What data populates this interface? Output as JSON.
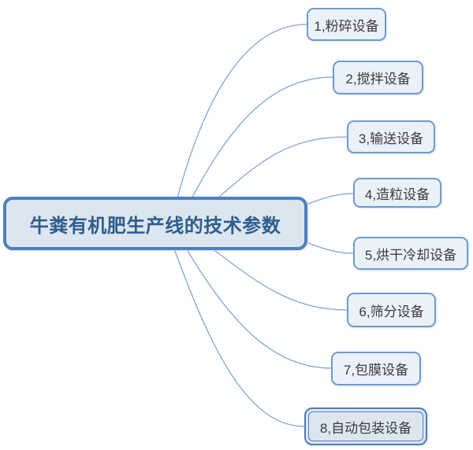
{
  "mindmap": {
    "root": {
      "label": "牛粪有机肥生产线的技术参数"
    },
    "branches": [
      {
        "label": "1,粉碎设备",
        "selected": false
      },
      {
        "label": "2,搅拌设备",
        "selected": false
      },
      {
        "label": "3,输送设备",
        "selected": false
      },
      {
        "label": "4,造粒设备",
        "selected": false
      },
      {
        "label": "5,烘干冷却设备",
        "selected": false
      },
      {
        "label": "6,筛分设备",
        "selected": false
      },
      {
        "label": "7,包膜设备",
        "selected": false
      },
      {
        "label": "8,自动包装设备",
        "selected": true
      }
    ],
    "colors": {
      "root_border": "#4E80BC",
      "root_fill": "#DCE6F1",
      "root_text": "#2F5D8C",
      "branch_border": "#6C9CD3",
      "branch_fill": "#EAF1F9",
      "branch_text": "#3B3B3B",
      "connector": "#7EA6D8",
      "selected_fill": "#DCE6F1"
    }
  }
}
